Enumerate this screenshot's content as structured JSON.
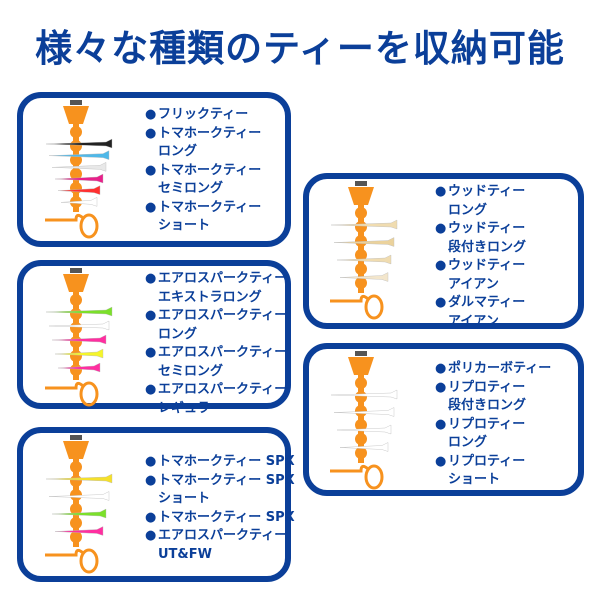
{
  "title": "様々な種類のティーを収納可能",
  "bullet": "●",
  "colors": {
    "brand_blue": "#0b3f99",
    "holder_orange": "#f7921e"
  },
  "panels": [
    {
      "name": "tomahawk",
      "tees": [
        "#222222",
        "#4fb8e8",
        "#e8e8e8",
        "#e8208a",
        "#ff3030",
        "#ffffff"
      ],
      "items": [
        {
          "line1": "フリックティー",
          "line2": ""
        },
        {
          "line1": "トマホークティー",
          "line2": "ロング"
        },
        {
          "line1": "トマホークティー",
          "line2": "セミロング"
        },
        {
          "line1": "トマホークティー",
          "line2": "ショート"
        }
      ]
    },
    {
      "name": "aerospark",
      "tees": [
        "#7be02a",
        "#ffffff",
        "#ff2ea0",
        "#f5f52a",
        "#ff2ea0"
      ],
      "items": [
        {
          "line1": "エアロスパークティー",
          "line2": "エキストラロング"
        },
        {
          "line1": "エアロスパークティー",
          "line2": "ロング"
        },
        {
          "line1": "エアロスパークティー",
          "line2": "セミロング"
        },
        {
          "line1": "エアロスパークティー",
          "line2": "レギュラー"
        }
      ]
    },
    {
      "name": "spx",
      "tees": [
        "#f5e02a",
        "#ffffff",
        "#7be02a",
        "#ff2ea0"
      ],
      "items": [
        {
          "line1": "トマホークティー SPX",
          "line2": ""
        },
        {
          "line1": "トマホークティー SPX",
          "line2": "ショート"
        },
        {
          "line1": "トマホークティー SPX",
          "line2": ""
        },
        {
          "line1": "エアロスパークティー",
          "line2": "UT&FW"
        }
      ]
    },
    {
      "name": "wood",
      "tees": [
        "#f0dcb0",
        "#ebd29c",
        "#f0dcb0",
        "#f3e6cc"
      ],
      "items": [
        {
          "line1": "ウッドティー",
          "line2": "ロング"
        },
        {
          "line1": "ウッドティー",
          "line2": "段付きロング"
        },
        {
          "line1": "ウッドティー",
          "line2": "アイアン"
        },
        {
          "line1": "ダルマティー",
          "line2": "アイアン"
        }
      ]
    },
    {
      "name": "polycarbo",
      "tees": [
        "#ffffff",
        "#ffffff",
        "#ffffff",
        "#ffffff"
      ],
      "items": [
        {
          "line1": "ポリカーボティー",
          "line2": ""
        },
        {
          "line1": "リプロティー",
          "line2": "段付きロング"
        },
        {
          "line1": "リプロティー",
          "line2": "ロング"
        },
        {
          "line1": "リプロティー",
          "line2": "ショート"
        }
      ]
    }
  ]
}
